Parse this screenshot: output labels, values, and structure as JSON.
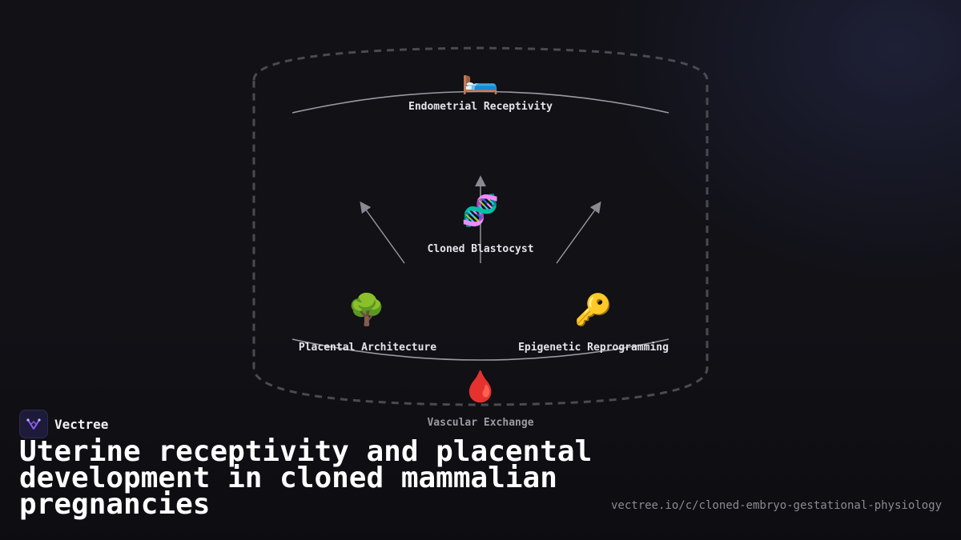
{
  "diagram": {
    "nodes": [
      {
        "id": "top",
        "icon": "🛏️",
        "icon_name": "bed-icon",
        "label": "Endometrial Receptivity"
      },
      {
        "id": "center",
        "icon": "🧬",
        "icon_name": "dna-icon",
        "label": "Cloned Blastocyst"
      },
      {
        "id": "left",
        "icon": "🌳",
        "icon_name": "tree-icon",
        "label": "Placental Architecture"
      },
      {
        "id": "right",
        "icon": "🔑",
        "icon_name": "key-icon",
        "label": "Epigenetic Reprogramming"
      },
      {
        "id": "bottom",
        "icon": "🩸",
        "icon_name": "blood-drop-icon",
        "label": "Vascular Exchange"
      }
    ]
  },
  "brand": {
    "name": "Vectree",
    "logo_icon": "vectree-logo-icon",
    "accent": "#8b5cf6"
  },
  "title": "Uterine receptivity and placental development in cloned mammalian pregnancies",
  "url": "vectree.io/c/cloned-embryo-gestational-physiology"
}
